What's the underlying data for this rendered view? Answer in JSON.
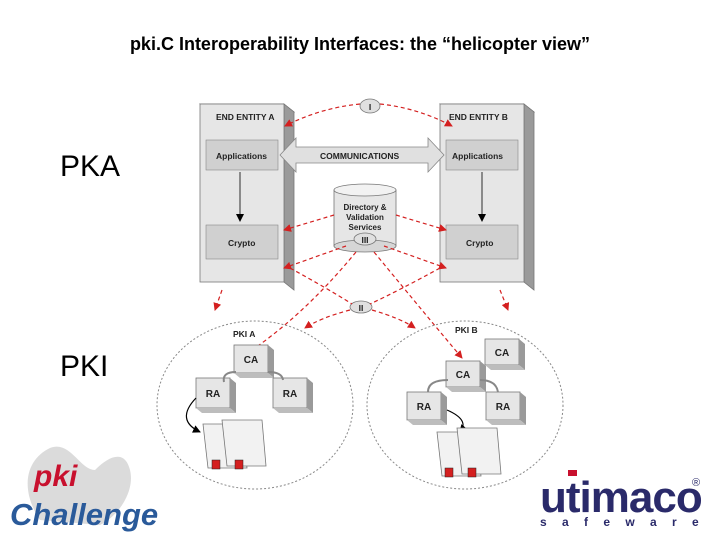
{
  "title": "pki.C Interoperability Interfaces: the “helicopter view”",
  "side_labels": {
    "pka": "PKA",
    "pki": "PKI"
  },
  "diagram": {
    "end_entity_a": "END ENTITY A",
    "end_entity_b": "END ENTITY B",
    "applications_a": "Applications",
    "applications_b": "Applications",
    "communications": "COMMUNICATIONS",
    "directory_line1": "Directory &",
    "directory_line2": "Validation",
    "directory_line3": "Services",
    "crypto_a": "Crypto",
    "crypto_b": "Crypto",
    "marker_i": "I",
    "marker_ii": "II",
    "marker_iii": "III",
    "pki_a": "PKI A",
    "pki_b": "PKI B",
    "ca_a": "CA",
    "ra_a1": "RA",
    "ra_a2": "RA",
    "ca_b1": "CA",
    "ca_b2": "CA",
    "ra_b1": "RA",
    "ra_b2": "RA"
  },
  "logos": {
    "pki_word": "pki",
    "challenge_word": "Challenge",
    "utimaco_word": "utimaco",
    "safeware_word": "s a f e w a r e",
    "registered": "®"
  },
  "colors": {
    "arrow_red": "#d42020",
    "box_gray": "#d9d9d9",
    "dark_gray": "#8c8c8c",
    "utimaco_blue": "#2a2a6a",
    "utimaco_red": "#c8102e"
  }
}
